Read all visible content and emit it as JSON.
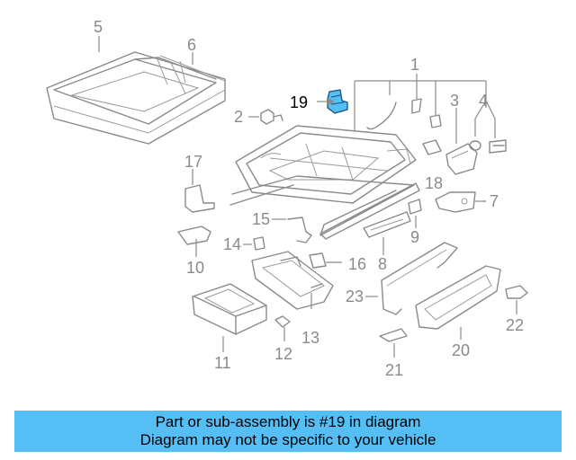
{
  "colors": {
    "banner": "#55bef5",
    "highlight": "#55bef5",
    "line": "#8a8a8a"
  },
  "banner": {
    "line1": "Part or sub-assembly is #19 in diagram",
    "line2": "Diagram may not be specific to your vehicle"
  },
  "callouts": {
    "n1": "1",
    "n2": "2",
    "n3": "3",
    "n4": "4",
    "n5": "5",
    "n6": "6",
    "n7": "7",
    "n8": "8",
    "n9": "9",
    "n10": "10",
    "n11": "11",
    "n12": "12",
    "n13": "13",
    "n14": "14",
    "n15": "15",
    "n16": "16",
    "n17": "17",
    "n18": "18",
    "n19": "19",
    "n20": "20",
    "n21": "21",
    "n22": "22",
    "n23": "23"
  }
}
